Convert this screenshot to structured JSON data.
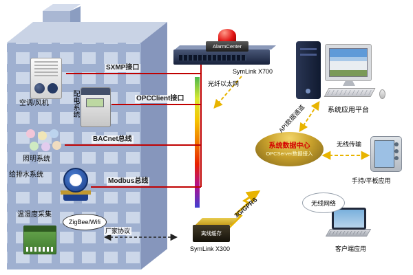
{
  "building": {
    "systems": {
      "hvac": "空调/风机",
      "power": "配电系统",
      "lighting": "照明系统",
      "water": "给排水系统",
      "temp_humidity": "温湿度采集"
    },
    "zigbee": "ZigBee/Wifi",
    "vendor_protocol": "厂家协议"
  },
  "buses": {
    "snmp": "SXMP接口",
    "opc_client": "OPCClient接口",
    "bacnet": "BACnet总线",
    "modbus": "Modbus总线"
  },
  "gateway": {
    "alarm": "AlarmCenter",
    "x700": "SymLink X700",
    "fiber": "光纤以太网"
  },
  "datacenter": {
    "title": "系统数据中心",
    "subtitle": "OPCServer数据接入",
    "api_channel": "API数据通道"
  },
  "edge": {
    "gprs": "3G/GPRS",
    "x300_cache": "离线缓存",
    "x300": "SymLink X300"
  },
  "clients": {
    "desktop": "系统应用平台",
    "wireless": "无线传输",
    "handheld": "手持/平板应用",
    "network_cloud": "无线网络",
    "laptop": "客户端应用"
  },
  "colors": {
    "bus_line": "#c00000",
    "arrow_yellow": "#e8b400",
    "building_wall": "#9fb0d0"
  }
}
